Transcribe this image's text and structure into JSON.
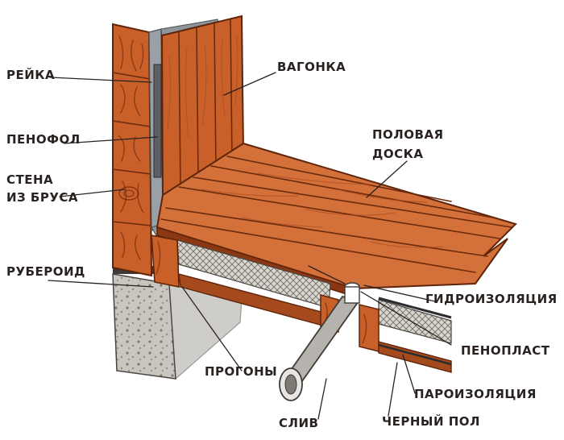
{
  "labels": {
    "reyka": "РЕЙКА",
    "penofol": "ПЕНОФОЛ",
    "stena_line1": "СТЕНА",
    "stena_line2": "ИЗ БРУСА",
    "ruberoid": "РУБЕРОИД",
    "vagonka": "ВАГОНКА",
    "doska_line1": "ПОЛОВАЯ",
    "doska_line2": "ДОСКА",
    "gidroizolyatsiya": "ГИДРОИЗОЛЯЦИЯ",
    "penoplast": "ПЕНОПЛАСТ",
    "paroizolyatsiya": "ПАРОИЗОЛЯЦИЯ",
    "progony": "ПРОГОНЫ",
    "sliv": "СЛИВ",
    "cherny_pol": "ЧЕРНЫЙ ПОЛ"
  },
  "colors": {
    "wood": "#c9602a",
    "wood_light": "#dd8446",
    "wood_dark": "#8a3712",
    "foil": "#8f959b",
    "concrete": "#b8b4ae",
    "ink": "#2a2220"
  }
}
